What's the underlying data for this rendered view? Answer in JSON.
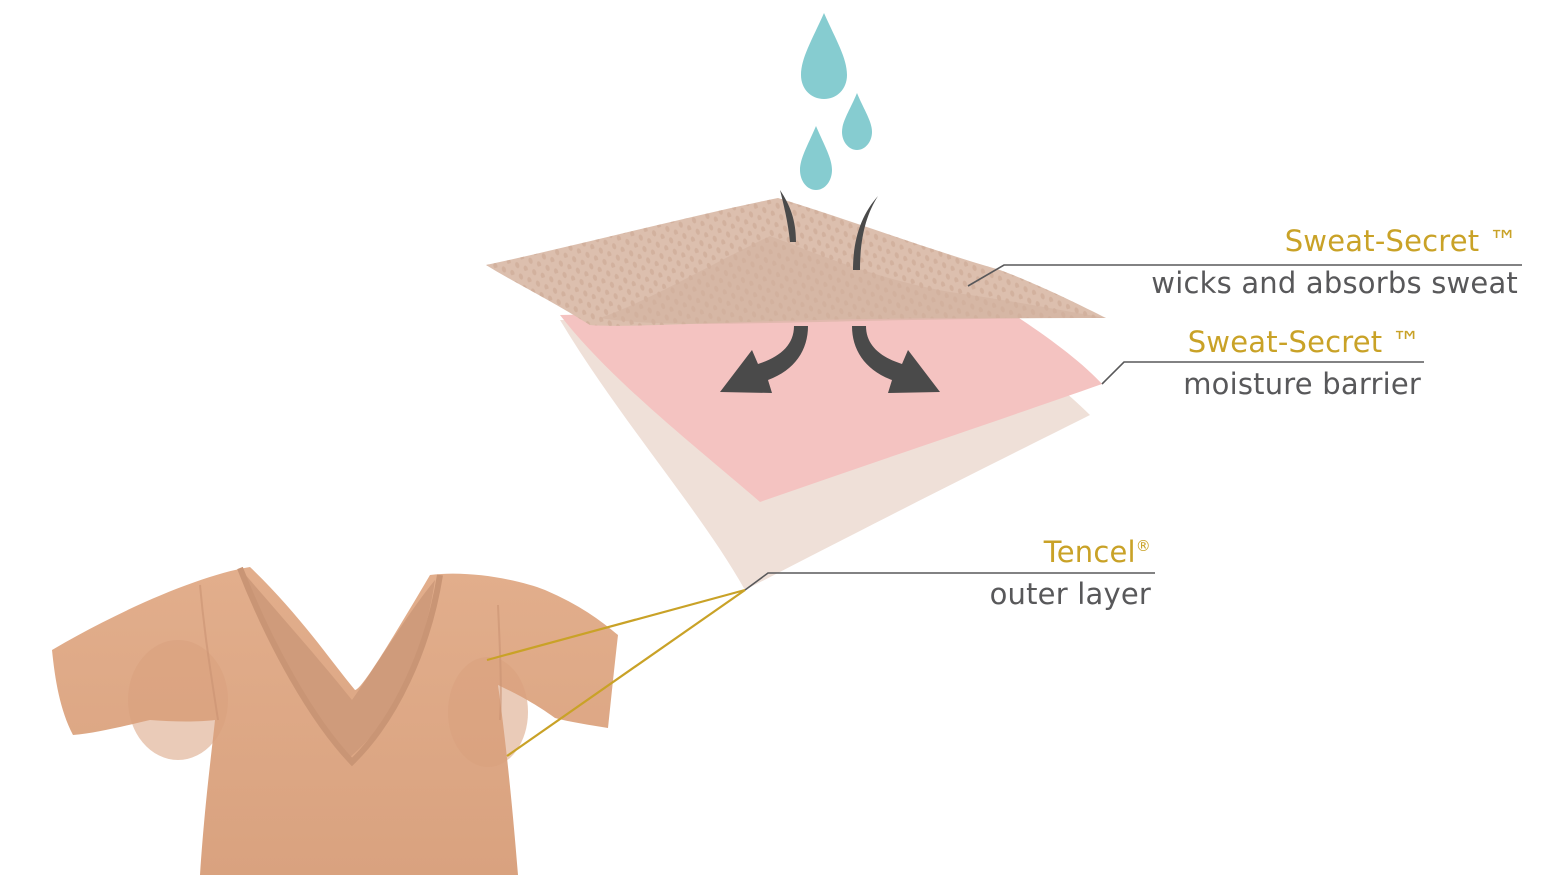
{
  "callouts": [
    {
      "title": "Sweat-Secret ™",
      "description": "wicks and absorbs sweat"
    },
    {
      "title": "Sweat-Secret ™",
      "description": "moisture barrier"
    },
    {
      "title": "Tencel",
      "title_mark": "®",
      "description": "outer layer"
    }
  ],
  "colors": {
    "accent_gold": "#c9a227",
    "text_gray": "#58585a",
    "drop_teal": "#86ccd0",
    "arrow_gray": "#4a4a4a",
    "top_layer": "#dcbfae",
    "middle_layer": "#f4c3c1",
    "bottom_layer": "#efe0d8",
    "shirt": "#dfaa87"
  },
  "icons": [
    "water-drop-icon",
    "wicking-arrow-icon"
  ]
}
